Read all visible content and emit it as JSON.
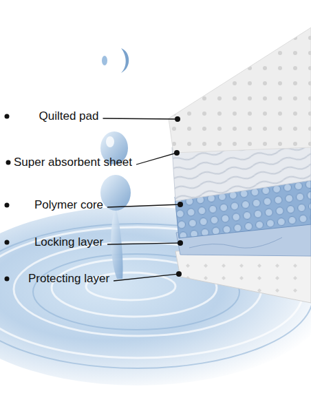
{
  "diagram": {
    "labels": [
      "Quilted pad",
      "Super absorbent sheet",
      "Polymer core",
      "Locking layer",
      "Protecting layer"
    ]
  }
}
